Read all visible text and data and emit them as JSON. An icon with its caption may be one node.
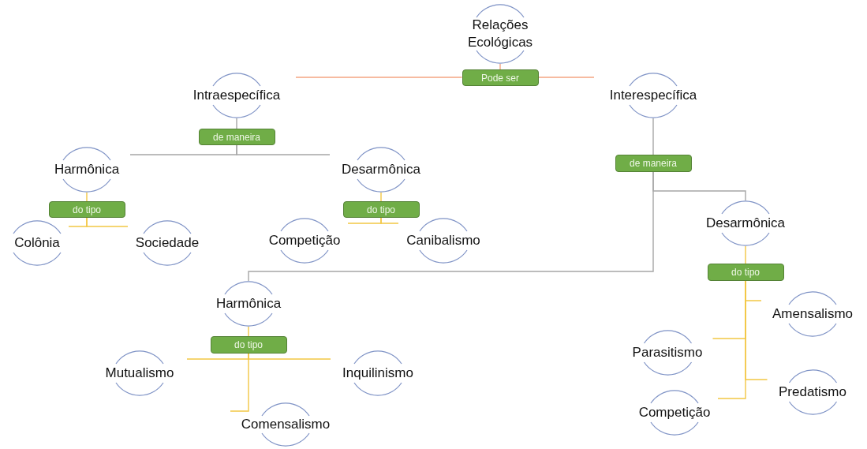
{
  "diagram": {
    "nodes": [
      {
        "text": [
          "Relações Ecológicas"
        ]
      },
      {
        "text": [
          "Pode ser"
        ]
      },
      {
        "text": [
          "Intraespecífica"
        ]
      },
      {
        "text": [
          "Interespecífica"
        ]
      },
      {
        "text": [
          "de maneira"
        ]
      },
      {
        "text": [
          "Harmônica"
        ]
      },
      {
        "text": [
          "Desarmônica"
        ]
      },
      {
        "text": [
          "do tipo"
        ]
      },
      {
        "text": [
          "Colônia"
        ]
      },
      {
        "text": [
          "Sociedade"
        ]
      },
      {
        "text": [
          "do tipo"
        ]
      },
      {
        "text": [
          "Competição"
        ]
      },
      {
        "text": [
          "Canibalismo"
        ]
      },
      {
        "text": [
          "de maneira"
        ]
      },
      {
        "text": [
          "Desarmônica"
        ]
      },
      {
        "text": [
          "do tipo"
        ]
      },
      {
        "text": [
          "Harmônica"
        ]
      },
      {
        "text": [
          "do tipo"
        ]
      },
      {
        "text": [
          "Mutualismo"
        ]
      },
      {
        "text": [
          "Inquilinismo"
        ]
      },
      {
        "text": [
          "Comensalismo"
        ]
      },
      {
        "text": [
          "Amensalismo"
        ]
      },
      {
        "text": [
          "Parasitismo"
        ]
      },
      {
        "text": [
          "Predatismo"
        ]
      },
      {
        "text": [
          "Competição"
        ]
      }
    ],
    "edges": [
      {
        "from": 0,
        "to": 1,
        "arrow": "none",
        "color": "#f4a582"
      },
      {
        "from": 1,
        "to": 2,
        "arrow": "none",
        "color": "#f4a582"
      },
      {
        "from": 1,
        "to": 3,
        "arrow": "none",
        "color": "#f4a582"
      },
      {
        "from": 2,
        "to": 4,
        "arrow": "none",
        "color": "#a6a6a6"
      },
      {
        "from": 4,
        "to": 5,
        "arrow": "none",
        "color": "#a6a6a6"
      },
      {
        "from": 4,
        "to": 6,
        "arrow": "none",
        "color": "#a6a6a6"
      },
      {
        "from": 5,
        "to": 7,
        "arrow": "none"
      },
      {
        "from": 7,
        "to": 8,
        "arrow": "none"
      },
      {
        "from": 7,
        "to": 9,
        "arrow": "none"
      },
      {
        "from": 6,
        "to": 10,
        "arrow": "none"
      },
      {
        "from": 10,
        "to": 11,
        "arrow": "none"
      },
      {
        "from": 10,
        "to": 12,
        "arrow": "none"
      },
      {
        "from": 3,
        "to": 13,
        "arrow": "none",
        "color": "#a6a6a6"
      },
      {
        "from": 13,
        "to": 14,
        "arrow": "none",
        "color": "#a6a6a6"
      },
      {
        "from": 13,
        "to": 16,
        "arrow": "none",
        "color": "#a6a6a6"
      },
      {
        "from": 14,
        "to": 15,
        "arrow": "none"
      },
      {
        "from": 16,
        "to": 17,
        "arrow": "none"
      },
      {
        "from": 15,
        "to": 21,
        "arrow": "none"
      },
      {
        "from": 15,
        "to": 22,
        "arrow": "none"
      },
      {
        "from": 15,
        "to": 23,
        "arrow": "none"
      },
      {
        "from": 15,
        "to": 24,
        "arrow": "none"
      },
      {
        "from": 17,
        "to": 18,
        "arrow": "none"
      },
      {
        "from": 17,
        "to": 19,
        "arrow": "none"
      },
      {
        "from": 17,
        "to": 20,
        "arrow": "none"
      }
    ]
  }
}
